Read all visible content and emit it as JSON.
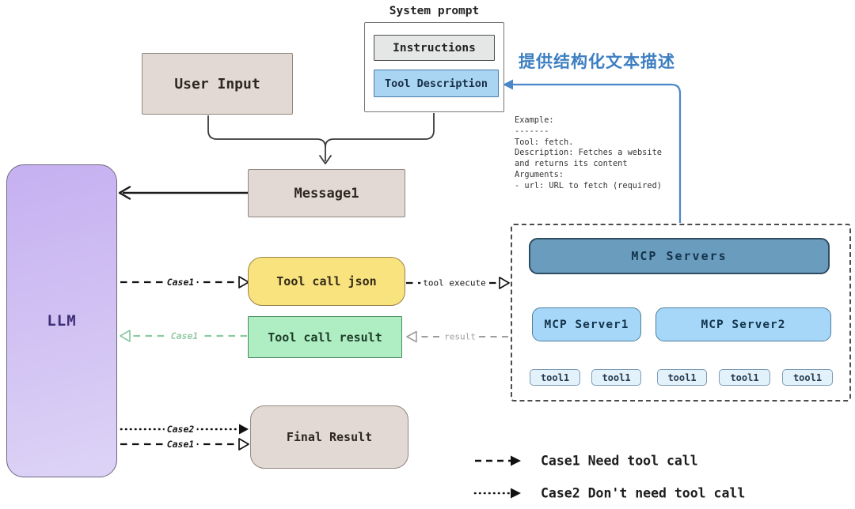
{
  "system_prompt": {
    "title": "System prompt",
    "items": [
      {
        "label": "Instructions"
      },
      {
        "label": "Tool Description"
      }
    ]
  },
  "annotation": {
    "text": "提供结构化文本描述"
  },
  "example": {
    "text": "Example:\n-------\nTool: fetch.\nDescription: Fetches a website\nand returns its content\nArguments:\n- url: URL to fetch (required)"
  },
  "nodes": {
    "user_input": "User Input",
    "llm": "LLM",
    "message1": "Message1",
    "tool_call_json": "Tool call json",
    "tool_call_result": "Tool call result",
    "final_result": "Final Result"
  },
  "edges": {
    "case1_to_tool_json": "Case1",
    "tool_execute": "tool execute",
    "case1_to_llm": "Case1",
    "result": "result",
    "case2_to_final": "Case2",
    "case1_to_final": "Case1"
  },
  "mcp": {
    "title": "MCP Servers",
    "servers": [
      {
        "label": "MCP Server1"
      },
      {
        "label": "MCP Server2"
      }
    ],
    "tools": [
      "tool1",
      "tool1",
      "tool1",
      "tool1",
      "tool1"
    ]
  },
  "legend": {
    "items": [
      {
        "style": "dashed",
        "label": "Case1 Need tool call"
      },
      {
        "style": "dotted",
        "label": "Case2 Don't need tool call"
      }
    ]
  },
  "colors": {
    "accent_blue": "#3e7fc1",
    "steel_blue": "#6a9cbe",
    "light_blue": "#a6d7f8",
    "pale_blue": "#e3f1fb",
    "desc_blue": "#a9d4f2",
    "yellow_fill": "#f9e37e",
    "green_fill": "#aeeec2",
    "beige_fill": "#e3d9d4",
    "purple_fill": "#c6b0f1",
    "arrow_green": "#93c9a4",
    "arrow_gray": "#9d9d9d",
    "arrow_black": "#151515"
  }
}
